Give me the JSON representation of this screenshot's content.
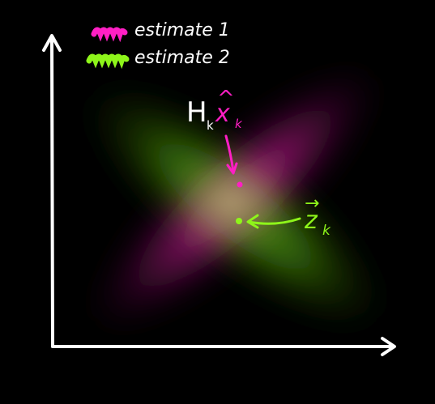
{
  "legend": {
    "items": [
      {
        "label": "estimate 1",
        "color": "#ff1fc4"
      },
      {
        "label": "estimate 2",
        "color": "#8ef51a"
      }
    ]
  },
  "annotations": {
    "predicted_measurement": {
      "operator": "H",
      "operator_subscript": "k",
      "state": "x",
      "state_hat": "^",
      "state_subscript": "k",
      "color": "#ff1fc4",
      "operator_color": "#ffffff"
    },
    "measurement": {
      "symbol": "z",
      "subscript": "k",
      "vector_arrow": "→",
      "color": "#8ef51a"
    }
  },
  "colors": {
    "background": "#000000",
    "axes": "#ffffff",
    "estimate_1": "#ff1fc4",
    "estimate_2": "#8ef51a"
  }
}
